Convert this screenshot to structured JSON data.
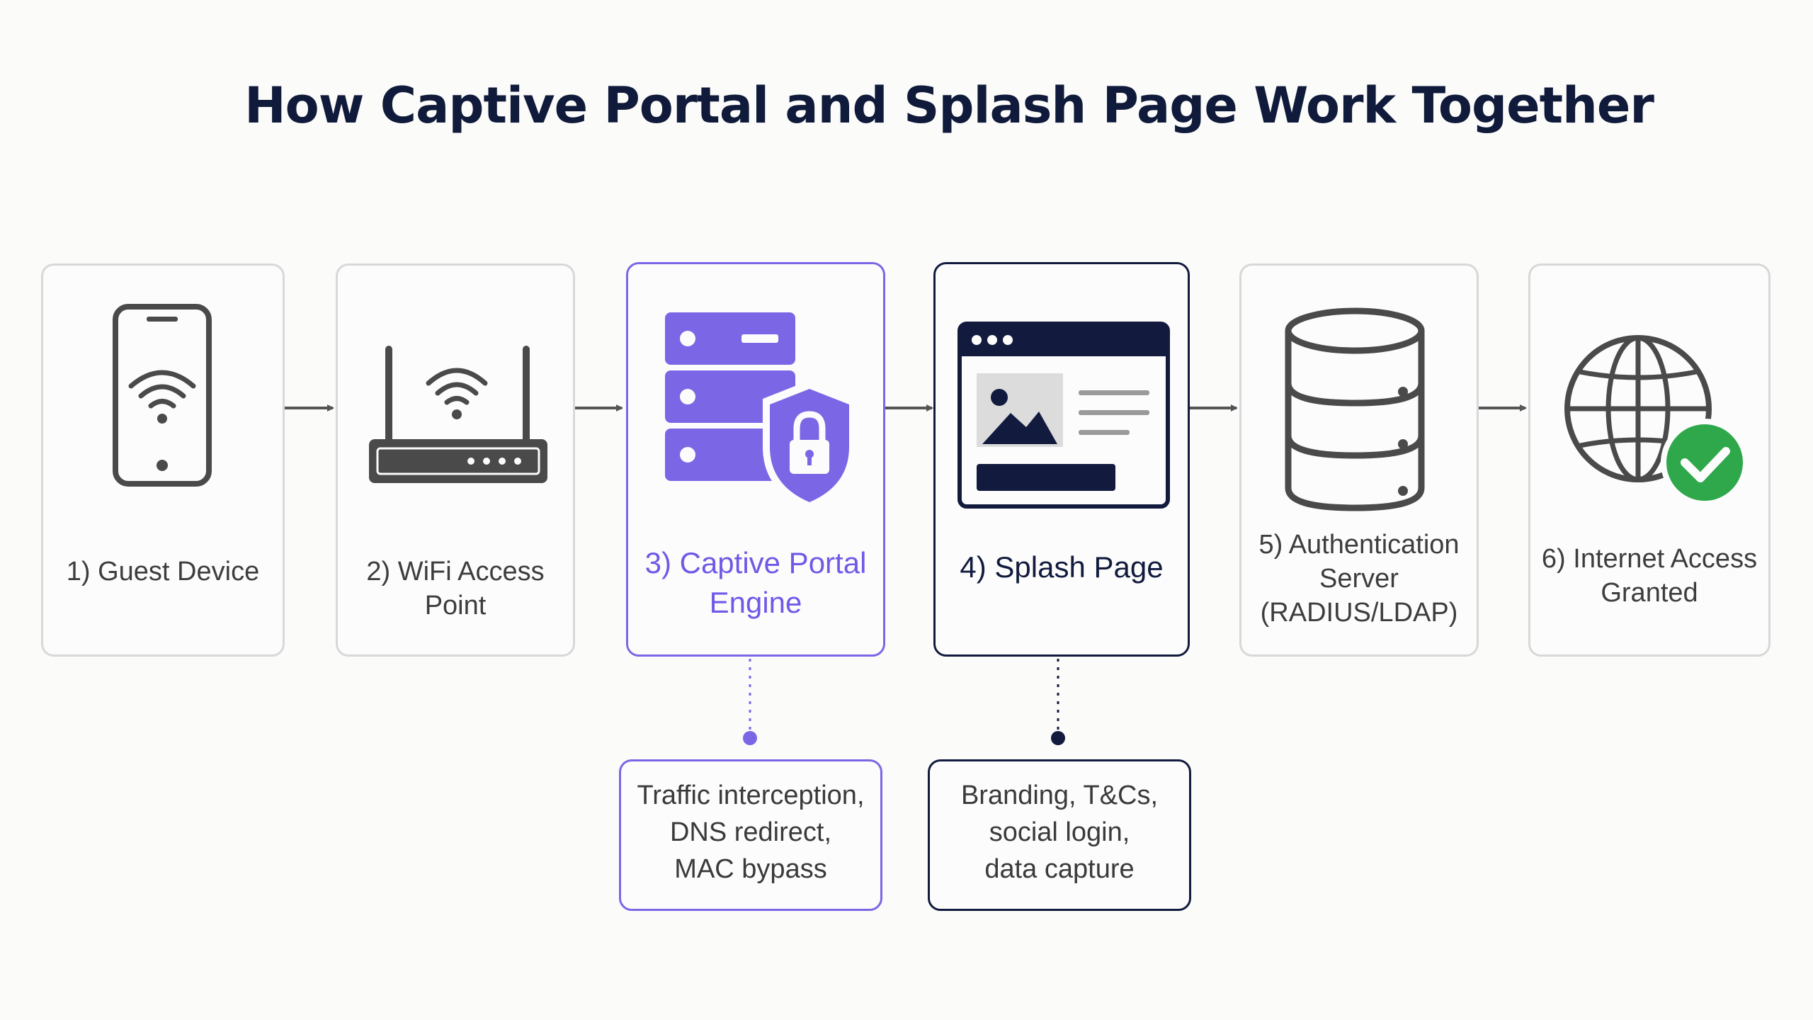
{
  "title": "How Captive Portal and Splash Page Work Together",
  "steps": [
    {
      "label": "1) Guest Device",
      "icon": "smartphone-wifi-icon"
    },
    {
      "label": "2) WiFi Access Point",
      "icon": "router-icon"
    },
    {
      "label": "3) Captive Portal\nEngine",
      "icon": "server-shield-lock-icon"
    },
    {
      "label": "4) Splash Page",
      "icon": "browser-window-icon"
    },
    {
      "label": "5) Authentication\nServer\n(RADIUS/LDAP)",
      "icon": "database-icon"
    },
    {
      "label": "6) Internet Access\nGranted",
      "icon": "globe-check-icon"
    }
  ],
  "notes": [
    {
      "text": "Traffic interception,\nDNS redirect,\nMAC bypass",
      "attached_to": "3) Captive Portal Engine"
    },
    {
      "text": "Branding, T&Cs,\nsocial login,\ndata capture",
      "attached_to": "4) Splash Page"
    }
  ],
  "colors": {
    "title": "#101a3a",
    "portal_accent": "#7b67e6",
    "splash_accent": "#121b3e",
    "icon_gray": "#4a4a4a",
    "check_green": "#2ea84a",
    "border_gray": "#d8d8d8"
  }
}
